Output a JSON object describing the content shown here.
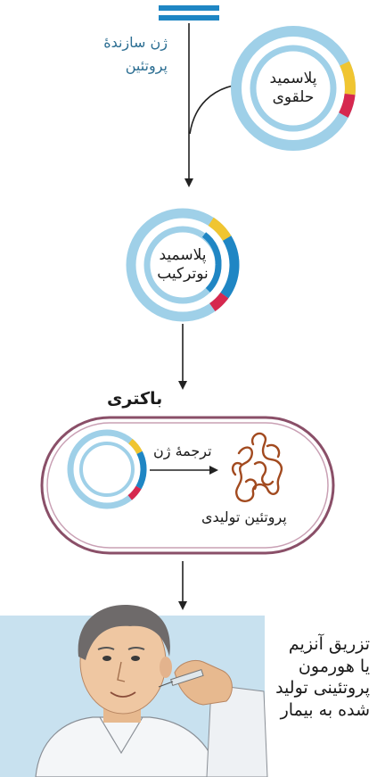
{
  "labels": {
    "gene_line1": "ژن سازندۀ",
    "gene_line2": "پروتئین",
    "circular_plasmid_line1": "پلاسمید",
    "circular_plasmid_line2": "حلقوی",
    "recombinant_plasmid_line1": "پلاسمید",
    "recombinant_plasmid_line2": "نوترکیب",
    "bacteria": "باکتری",
    "gene_translation": "ترجمۀ ژن",
    "produced_protein": "پروتئین تولیدی",
    "injection_line1": "تزریق آنزیم",
    "injection_line2": "یا هورمون",
    "injection_line3": "پروتئینی تولید",
    "injection_line4": "شده به بیمار"
  },
  "colors": {
    "plasmid": "#9fd0e8",
    "gene": "#1f86c4",
    "yellow_segment": "#f0c531",
    "red_segment": "#d6284f",
    "bacteria_outline": "#8a4f68",
    "protein": "#a24a1f",
    "panel": "#c8e1ef"
  }
}
